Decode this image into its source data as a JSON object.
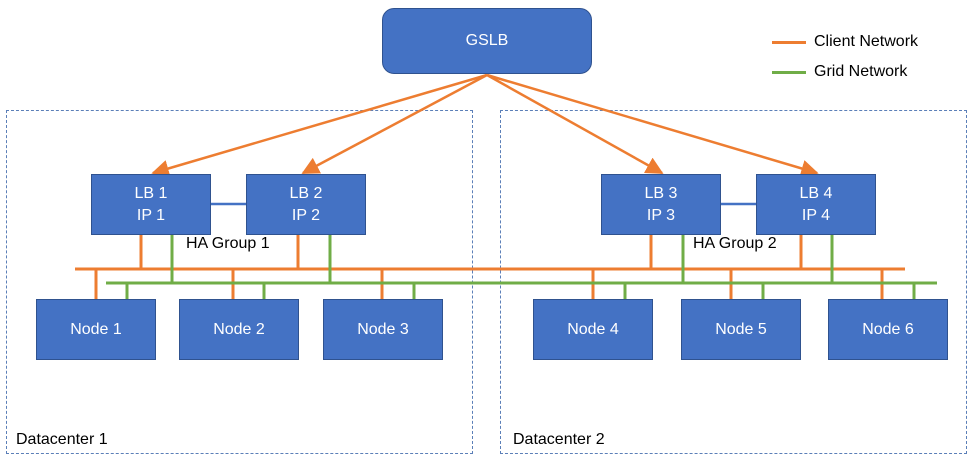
{
  "gslb": {
    "label": "GSLB"
  },
  "legend": [
    {
      "label": "Client Network",
      "color": "#ED7D31"
    },
    {
      "label": "Grid Network",
      "color": "#70AD47"
    }
  ],
  "datacenters": [
    {
      "label": "Datacenter 1"
    },
    {
      "label": "Datacenter 2"
    }
  ],
  "load_balancers": [
    {
      "name": "LB 1",
      "ip": "IP 1"
    },
    {
      "name": "LB 2",
      "ip": "IP 2"
    },
    {
      "name": "LB 3",
      "ip": "IP 3"
    },
    {
      "name": "LB 4",
      "ip": "IP 4"
    }
  ],
  "ha_groups": [
    {
      "label": "HA Group 1"
    },
    {
      "label": "HA Group 2"
    }
  ],
  "nodes": [
    {
      "label": "Node 1"
    },
    {
      "label": "Node 2"
    },
    {
      "label": "Node 3"
    },
    {
      "label": "Node 4"
    },
    {
      "label": "Node 5"
    },
    {
      "label": "Node 6"
    }
  ],
  "colors": {
    "box_fill": "#4472C4",
    "ha_link": "#4472C4"
  }
}
